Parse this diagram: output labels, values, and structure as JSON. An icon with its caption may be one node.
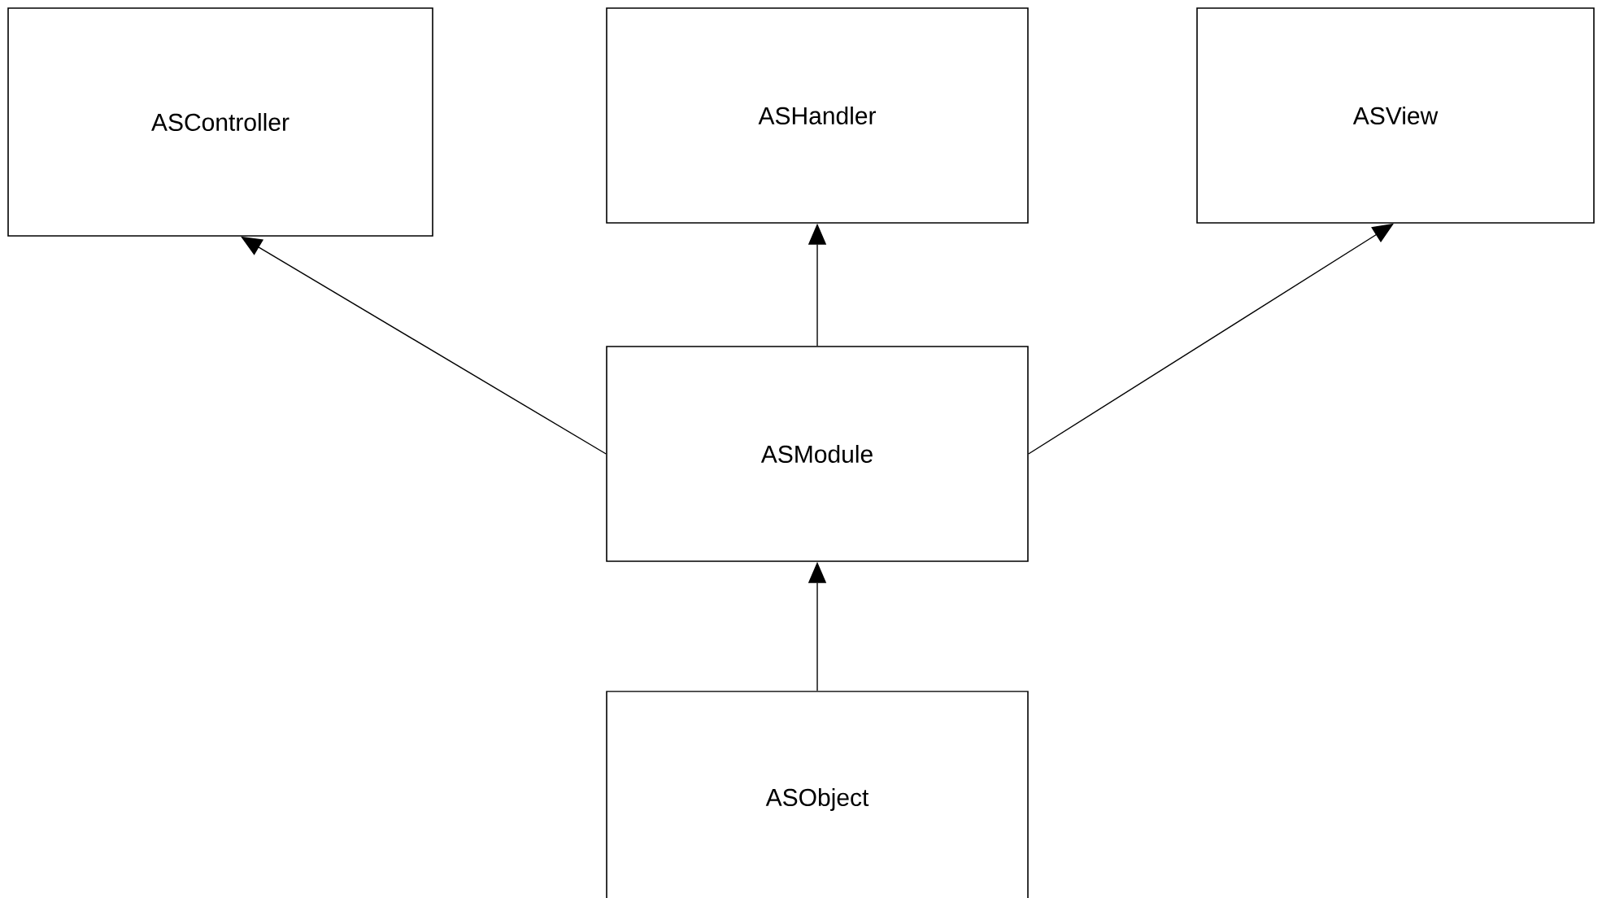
{
  "diagram": {
    "nodes": [
      {
        "text": [
          "ASController"
        ]
      },
      {
        "text": [
          "ASHandler"
        ]
      },
      {
        "text": [
          "ASView"
        ]
      },
      {
        "text": [
          "ASModule"
        ]
      },
      {
        "text": [
          "ASObject"
        ]
      }
    ],
    "edges": [
      {
        "from": 3,
        "to": 0,
        "arrow": "to"
      },
      {
        "from": 3,
        "to": 1,
        "arrow": "to"
      },
      {
        "from": 3,
        "to": 2,
        "arrow": "to"
      },
      {
        "from": 4,
        "to": 3,
        "arrow": "to"
      }
    ]
  }
}
